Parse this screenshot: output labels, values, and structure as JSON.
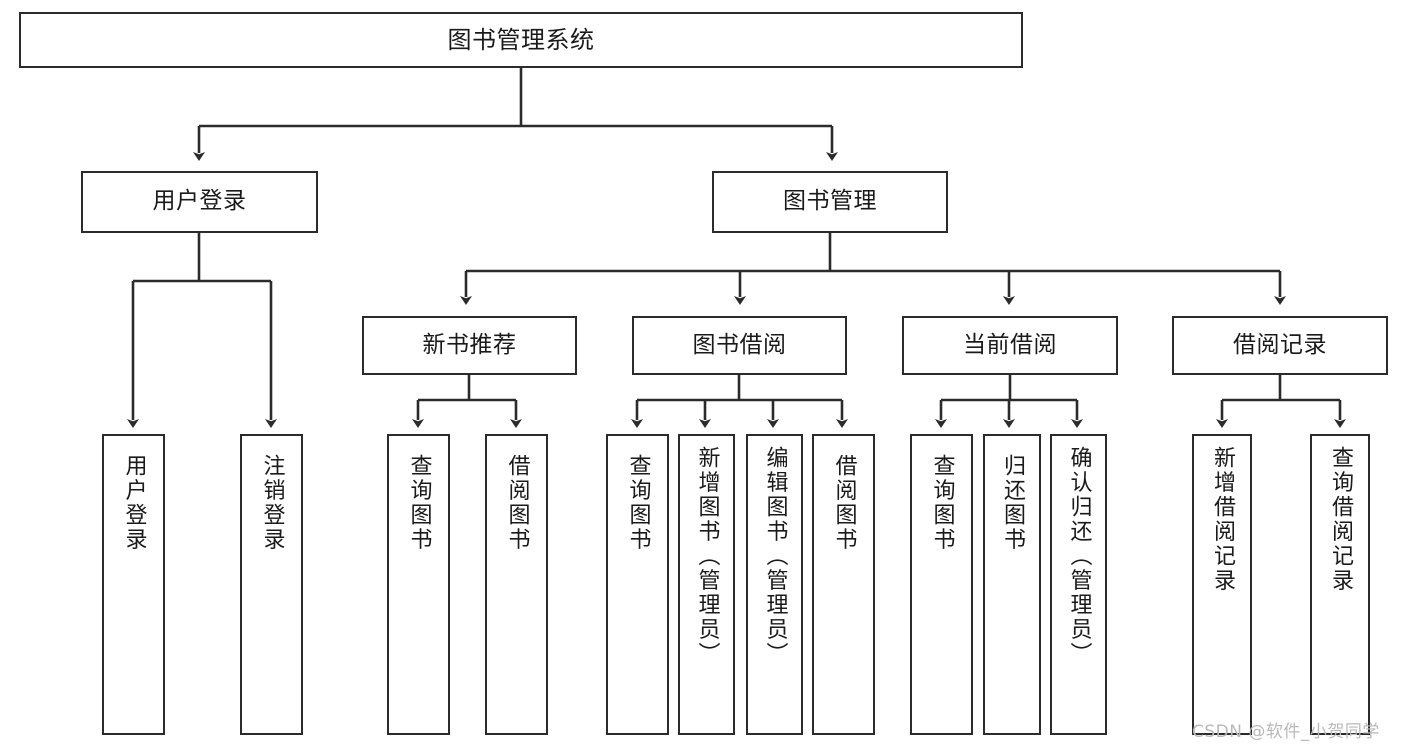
{
  "diagram": {
    "title": "图书管理系统",
    "type": "tree-hierarchy",
    "watermark": "CSDN @软件_小贺同学",
    "colors": {
      "stroke": "#2b2b2b",
      "fill": "#ffffff",
      "text": "#1a1a1a",
      "watermark": "#b9b9b9"
    },
    "nodes": {
      "root": {
        "label": "图书管理系统"
      },
      "level1": [
        {
          "label": "用户登录"
        },
        {
          "label": "图书管理"
        }
      ],
      "level2": [
        {
          "label": "新书推荐"
        },
        {
          "label": "图书借阅"
        },
        {
          "label": "当前借阅"
        },
        {
          "label": "借阅记录"
        }
      ],
      "leaves": {
        "user_login": [
          {
            "label": "用户登录"
          },
          {
            "label": "注销登录"
          }
        ],
        "new_book_recommend": [
          {
            "label": "查询图书"
          },
          {
            "label": "借阅图书"
          }
        ],
        "book_borrow": [
          {
            "label": "查询图书"
          },
          {
            "label": "新增图书（管理员）"
          },
          {
            "label": "编辑图书（管理员）"
          },
          {
            "label": "借阅图书"
          }
        ],
        "current_borrow": [
          {
            "label": "查询图书"
          },
          {
            "label": "归还图书"
          },
          {
            "label": "确认归还（管理员）"
          }
        ],
        "borrow_record": [
          {
            "label": "新增借阅记录"
          },
          {
            "label": "查询借阅记录"
          }
        ]
      }
    }
  }
}
